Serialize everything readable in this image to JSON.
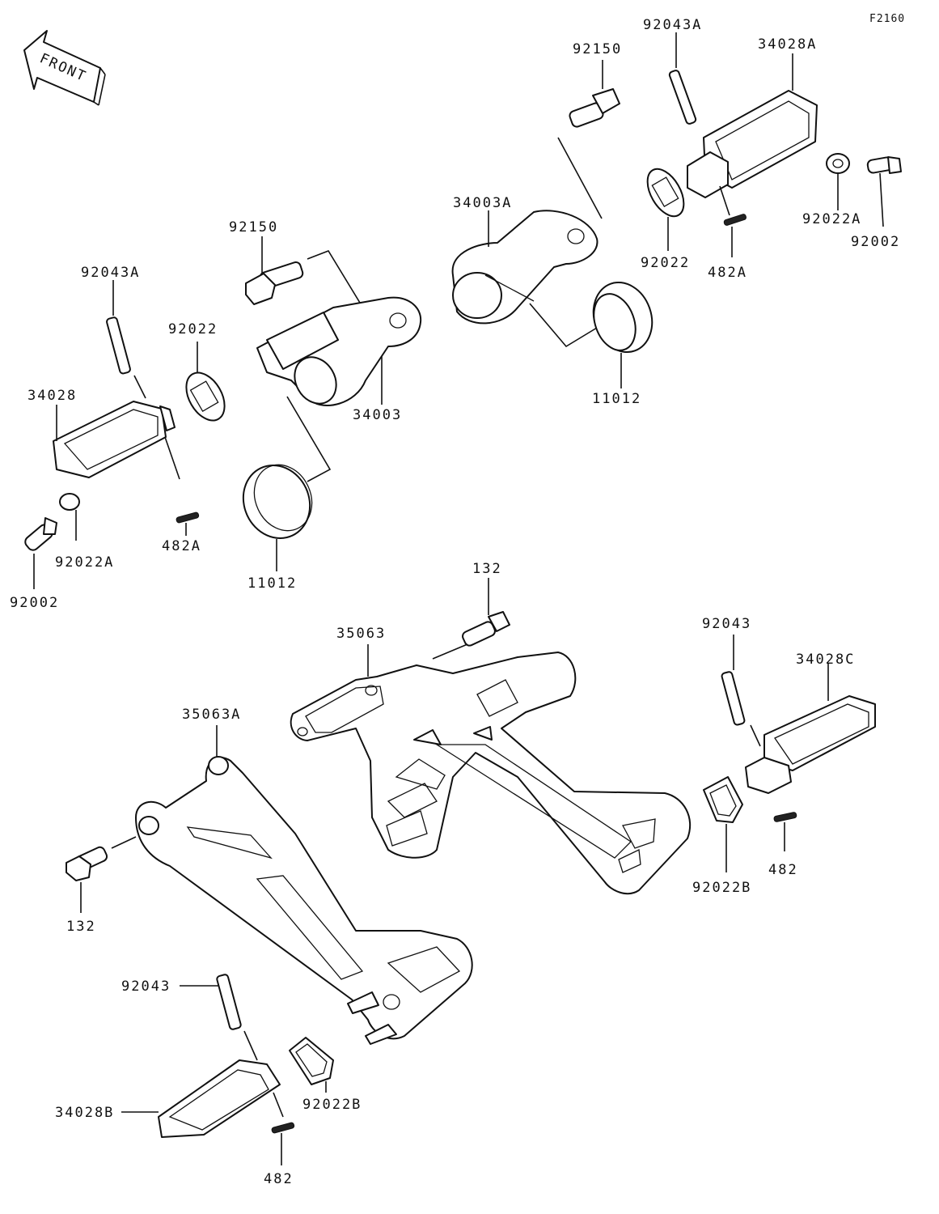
{
  "figure_code": "F2160",
  "front_label": "FRONT",
  "labels": {
    "p92043A_right": "92043A",
    "p92150_right": "92150",
    "p34028A": "34028A",
    "p34003A": "34003A",
    "p92022_right": "92022",
    "p482A_right": "482A",
    "p92022A_right": "92022A",
    "p92002_right": "92002",
    "p11012_right": "11012",
    "p92150_left": "92150",
    "p92043A_left": "92043A",
    "p92022_left": "92022",
    "p34028": "34028",
    "p34003": "34003",
    "p482A_left": "482A",
    "p92022A_left": "92022A",
    "p92002_left": "92002",
    "p11012_left": "11012",
    "p132_top": "132",
    "p35063": "35063",
    "p92043_right": "92043",
    "p34028C": "34028C",
    "p35063A": "35063A",
    "p92022B_right": "92022B",
    "p482_right": "482",
    "p132_left": "132",
    "p92043_left": "92043",
    "p34028B": "34028B",
    "p92022B_left": "92022B",
    "p482_left": "482"
  }
}
